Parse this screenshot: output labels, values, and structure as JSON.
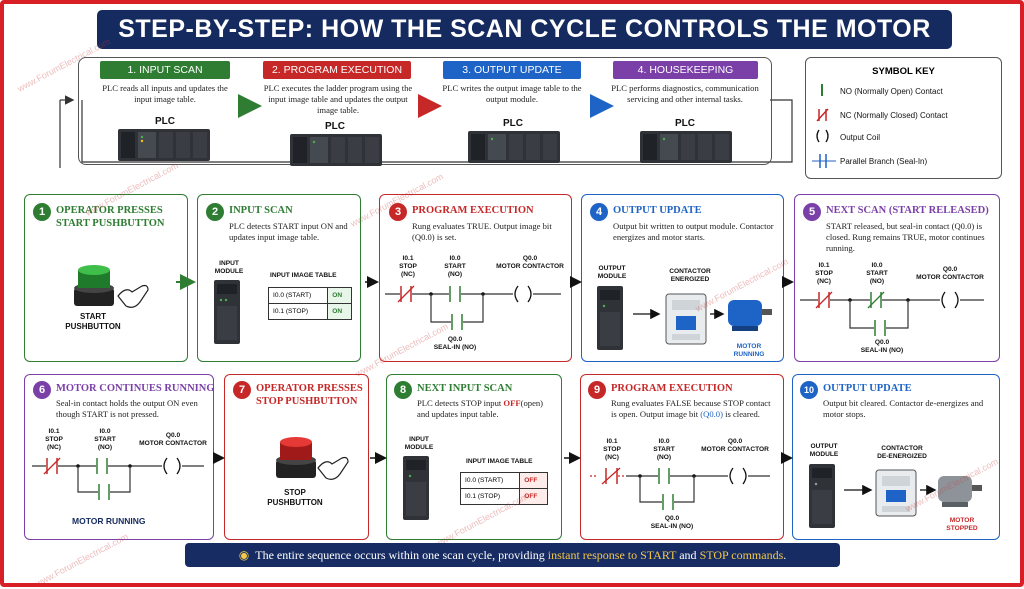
{
  "title": "STEP-BY-STEP: HOW THE SCAN CYCLE CONTROLS THE MOTOR",
  "phases": [
    {
      "label": "1. INPUT SCAN",
      "desc": "PLC reads all inputs and updates the input image table.",
      "plc": "PLC",
      "color": "#2e7d32"
    },
    {
      "label": "2. PROGRAM EXECUTION",
      "desc": "PLC executes the ladder program using the input image table and updates the output image table.",
      "plc": "PLC",
      "color": "#c62828"
    },
    {
      "label": "3. OUTPUT UPDATE",
      "desc": "PLC writes the output image table to the output module.",
      "plc": "PLC",
      "color": "#1e63c6"
    },
    {
      "label": "4. HOUSEKEEPING",
      "desc": "PLC performs diagnostics, communication servicing and other internal tasks.",
      "plc": "PLC",
      "color": "#7b3fa8"
    }
  ],
  "symbol_key": {
    "title": "SYMBOL KEY",
    "items": [
      "NO (Normally Open) Contact",
      "NC (Normally Closed) Contact",
      "Output Coil",
      "Parallel Branch (Seal-In)"
    ]
  },
  "cards": [
    {
      "n": "1",
      "title": "OPERATOR PRESSES\nSTART PUSHBUTTON",
      "desc": "",
      "label": "START\nPUSHBUTTON"
    },
    {
      "n": "2",
      "title": "INPUT SCAN",
      "desc": "PLC detects START input ON and updates input image table.",
      "module": "INPUT\nMODULE",
      "table_title": "INPUT IMAGE TABLE",
      "rows": [
        [
          "I0.0 (START)",
          "ON"
        ],
        [
          "I0.1 (STOP)",
          "ON"
        ]
      ]
    },
    {
      "n": "3",
      "title": "PROGRAM EXECUTION",
      "desc": "Rung evaluates TRUE. Output image bit (Q0.0) is set."
    },
    {
      "n": "4",
      "title": "OUTPUT UPDATE",
      "desc": "Output bit written to output module. Contactor energizes and motor starts.",
      "module": "OUTPUT\nMODULE",
      "contactor": "CONTACTOR\nENERGIZED",
      "motor": "MOTOR\nRUNNING"
    },
    {
      "n": "5",
      "title": "NEXT SCAN (START RELEASED)",
      "desc": "START released, but seal-in contact (Q0.0) is closed. Rung remains TRUE, motor continues running."
    },
    {
      "n": "6",
      "title": "MOTOR CONTINUES RUNNING",
      "desc": "Seal-in contact holds the output ON even though START is not pressed.",
      "status": "MOTOR RUNNING"
    },
    {
      "n": "7",
      "title": "OPERATOR PRESSES\nSTOP PUSHBUTTON",
      "desc": "",
      "label": "STOP\nPUSHBUTTON"
    },
    {
      "n": "8",
      "title": "NEXT INPUT SCAN",
      "desc_a": "PLC detects STOP input ",
      "desc_off": "OFF",
      "desc_b": "(open) and updates input table.",
      "module": "INPUT\nMODULE",
      "table_title": "INPUT IMAGE TABLE",
      "rows": [
        [
          "I0.0 (START)",
          "OFF"
        ],
        [
          "I0.1 (STOP)",
          "OFF"
        ]
      ]
    },
    {
      "n": "9",
      "title": "PROGRAM EXECUTION",
      "desc_a": "Rung evaluates FALSE because STOP contact is open. Output image bit ",
      "desc_q": "(Q0.0)",
      "desc_b": " is cleared."
    },
    {
      "n": "10",
      "title": "OUTPUT UPDATE",
      "desc": "Output bit cleared. Contactor de-energizes and motor stops.",
      "module": "OUTPUT\nMODULE",
      "contactor": "CONTACTOR\nDE-ENERGIZED",
      "motor": "MOTOR\nSTOPPED"
    }
  ],
  "ladder": {
    "stop": "I0.1\nSTOP\n(NC)",
    "start": "I0.0\nSTART\n(NO)",
    "coil": "Q0.0\nMOTOR CONTACTOR",
    "seal": "Q0.0\nSEAL-IN (NO)"
  },
  "footer": {
    "a": "The entire sequence occurs within one scan cycle, providing ",
    "b": "instant response to START",
    "c": " and ",
    "d": "STOP commands",
    "e": "."
  },
  "watermark": "www.ForumElectrical.com"
}
